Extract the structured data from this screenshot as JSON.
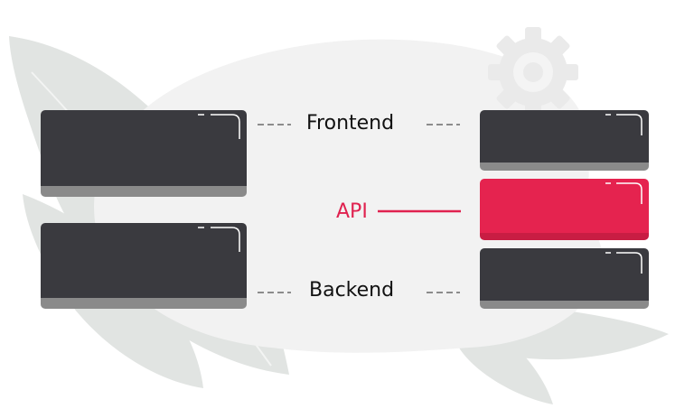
{
  "labels": {
    "frontend": "Frontend",
    "api": "API",
    "backend": "Backend"
  },
  "colors": {
    "block_dark": "#3a3a3f",
    "block_base": "#8a8a8a",
    "api_block": "#e5234f",
    "api_base": "#c81d43",
    "api_text": "#e0224f",
    "blob": "#f2f2f2",
    "leaf": "#e1e4e2",
    "gear": "#eeeeee",
    "connector": "#8c8c8c"
  },
  "icons": {
    "background_gear": "gear-icon"
  }
}
